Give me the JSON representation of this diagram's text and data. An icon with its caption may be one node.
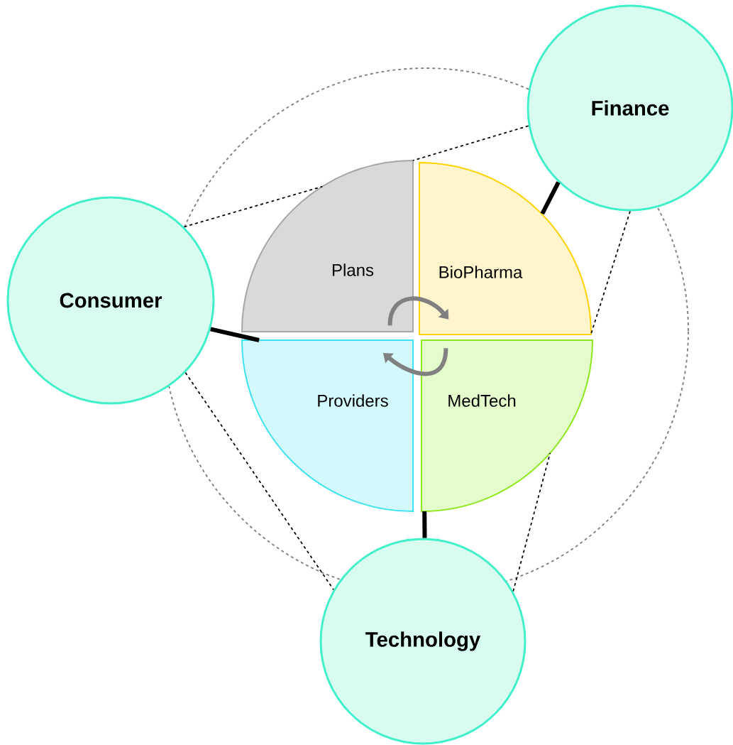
{
  "diagram": {
    "nodes": [
      {
        "text": [
          "Finance"
        ]
      },
      {
        "text": [
          "Consumer"
        ]
      },
      {
        "text": [
          "Plans"
        ]
      },
      {
        "text": [
          "BioPharma"
        ]
      },
      {
        "text": [
          "Providers"
        ]
      },
      {
        "text": [
          "MedTech"
        ]
      },
      {
        "text": [
          "Technology"
        ]
      }
    ],
    "edges": [
      {
        "from": 0,
        "to": 3,
        "arrow": "none",
        "style": "thick"
      },
      {
        "from": 1,
        "to": 4,
        "arrow": "none",
        "style": "thick"
      },
      {
        "from": 6,
        "to": 5,
        "arrow": "none",
        "style": "thick"
      },
      {
        "from": 1,
        "to": 2,
        "arrow": "none",
        "style": "dashed"
      },
      {
        "from": 0,
        "to": 2,
        "arrow": "none",
        "style": "dashed"
      },
      {
        "from": 0,
        "to": 3,
        "arrow": "none",
        "style": "dashed"
      },
      {
        "from": 1,
        "to": 6,
        "arrow": "none",
        "style": "dashed"
      },
      {
        "from": 6,
        "to": 5,
        "arrow": "none",
        "style": "dashed"
      },
      {
        "from": 2,
        "to": 3,
        "arrow": "to",
        "style": "thick",
        "color": "#808080"
      },
      {
        "from": 5,
        "to": 4,
        "arrow": "to",
        "style": "thick",
        "color": "#808080"
      }
    ]
  }
}
